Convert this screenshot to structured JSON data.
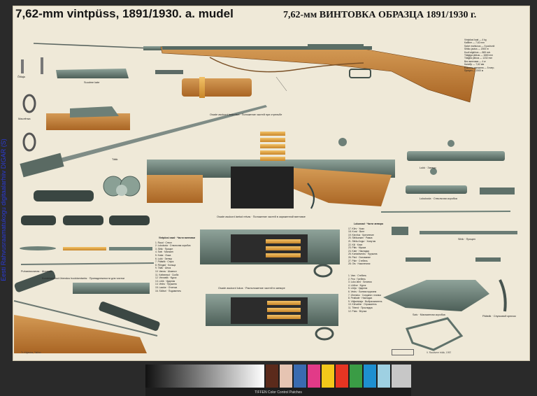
{
  "title_et": "7,62-mm vintpüss, 1891/1930. a. mudel",
  "title_ru": "7,62-мм ВИНТОВКА ОБРАЗЦА 1891/1930 г.",
  "side_text": "Eesti Rahvusraamatukogu digitaalarhiiv DIGAR (S)",
  "captions": {
    "bayonet": "Tääk",
    "oiler": "Õlitaja",
    "muzzle_cover": "Suudme kate",
    "oiler_ru": "Маслёнка",
    "bolt_section": "Osade asukord lukus · Расположение частей в затворе",
    "loaded_position": "Osade asukord laetud relvas · Положение частей в заряженной винтовке",
    "sectional": "Osade asukord laskmisel · Положение частей при стрельбе",
    "cleaning_rod": "Puhastusvarras · Шомпол",
    "combined_tool": "Kombineeritud ühendus hooldamiseks · Принадлежности для чистки",
    "parts_head_1": "Vintpüssi osad · Части винтовки",
    "parts_head_2": "Lukuosad · Части затвора",
    "magazine": "Salv · Магазинная коробка",
    "bolt": "Lukk · Затвор",
    "trigger": "Päästik · Спусковой крючок",
    "receiver": "Lukukoda · Ствольная коробка",
    "sight": "Sihik · Прицел"
  },
  "specs": [
    "Vintpüssi kaal — 4 kg",
    "Kaliiber — 7,62 mm",
    "Salve mahtuvus — 5 padrunit",
    "Sihiku jaotus — 2000 m",
    "Kuuli algkiirus — 865 m/s",
    "Täägiga pikkus — 1660 mm",
    "Täägita pikkus — 1232 mm",
    "Вес винтовки — 4 кг",
    "Калибр — 7,62 мм",
    "Ёмкость магазина — 5 патр.",
    "Прицел — 2000 м"
  ],
  "parts_list_1": [
    "1. Raud · Ствол",
    "2. Lukukoda · Ствольная коробка",
    "3. Sihik · Прицел",
    "4. Salv · Магазин",
    "5. Kaba · Ложа",
    "6. Lukk · Затвор",
    "7. Päästik · Спуск",
    "8. Rõngad · Кольца",
    "9. Tääk · Штык",
    "10. Varras · Шомпол",
    "11. Kaitseraud · Скоба",
    "12. Vinnastik · Курок",
    "13. Löök · Ударник",
    "14. Vedru · Пружина",
    "15. Laadur · Отсечка",
    "16. Sööturi · Подаватель"
  ],
  "parts_list_2": [
    "17. Kõrv · Ушко",
    "18. Kruvi · Винт",
    "19. Kinnitus · Крепление",
    "20. Sihikuraam · Рамка",
    "21. Sihiku liugur · Хомутик",
    "22. Kiil · Клин",
    "23. Päis · Мушка",
    "24. Kate · Накладка",
    "25. Kontaktvedru · Пружина",
    "26. Pind · Основание",
    "27. Pide · Стебель",
    "28. Ots · Наконечник"
  ],
  "parts_list_3": [
    "1. Vars · Стебель",
    "2. Pea · Гребень",
    "3. Luku laed · Личинка",
    "4. Löökur · Курок",
    "5. Lööja · Ударник",
    "6. Vedru · Боевая пружина",
    "7. Ühendus · Соединит. планка",
    "8. Pealkate · Накладка",
    "9. Väljaviskaja · Выбрасыватель",
    "10. Kõrvaline · Отражатель",
    "11. Tihend · Прокладка",
    "12. Puks · Втулка"
  ],
  "footer_left": "Tr. Kirjastus, Tallinn",
  "footer_right": "V. Raudvere trükk, 1957",
  "colorbar_label": "TIFFEN Color Control Patches"
}
